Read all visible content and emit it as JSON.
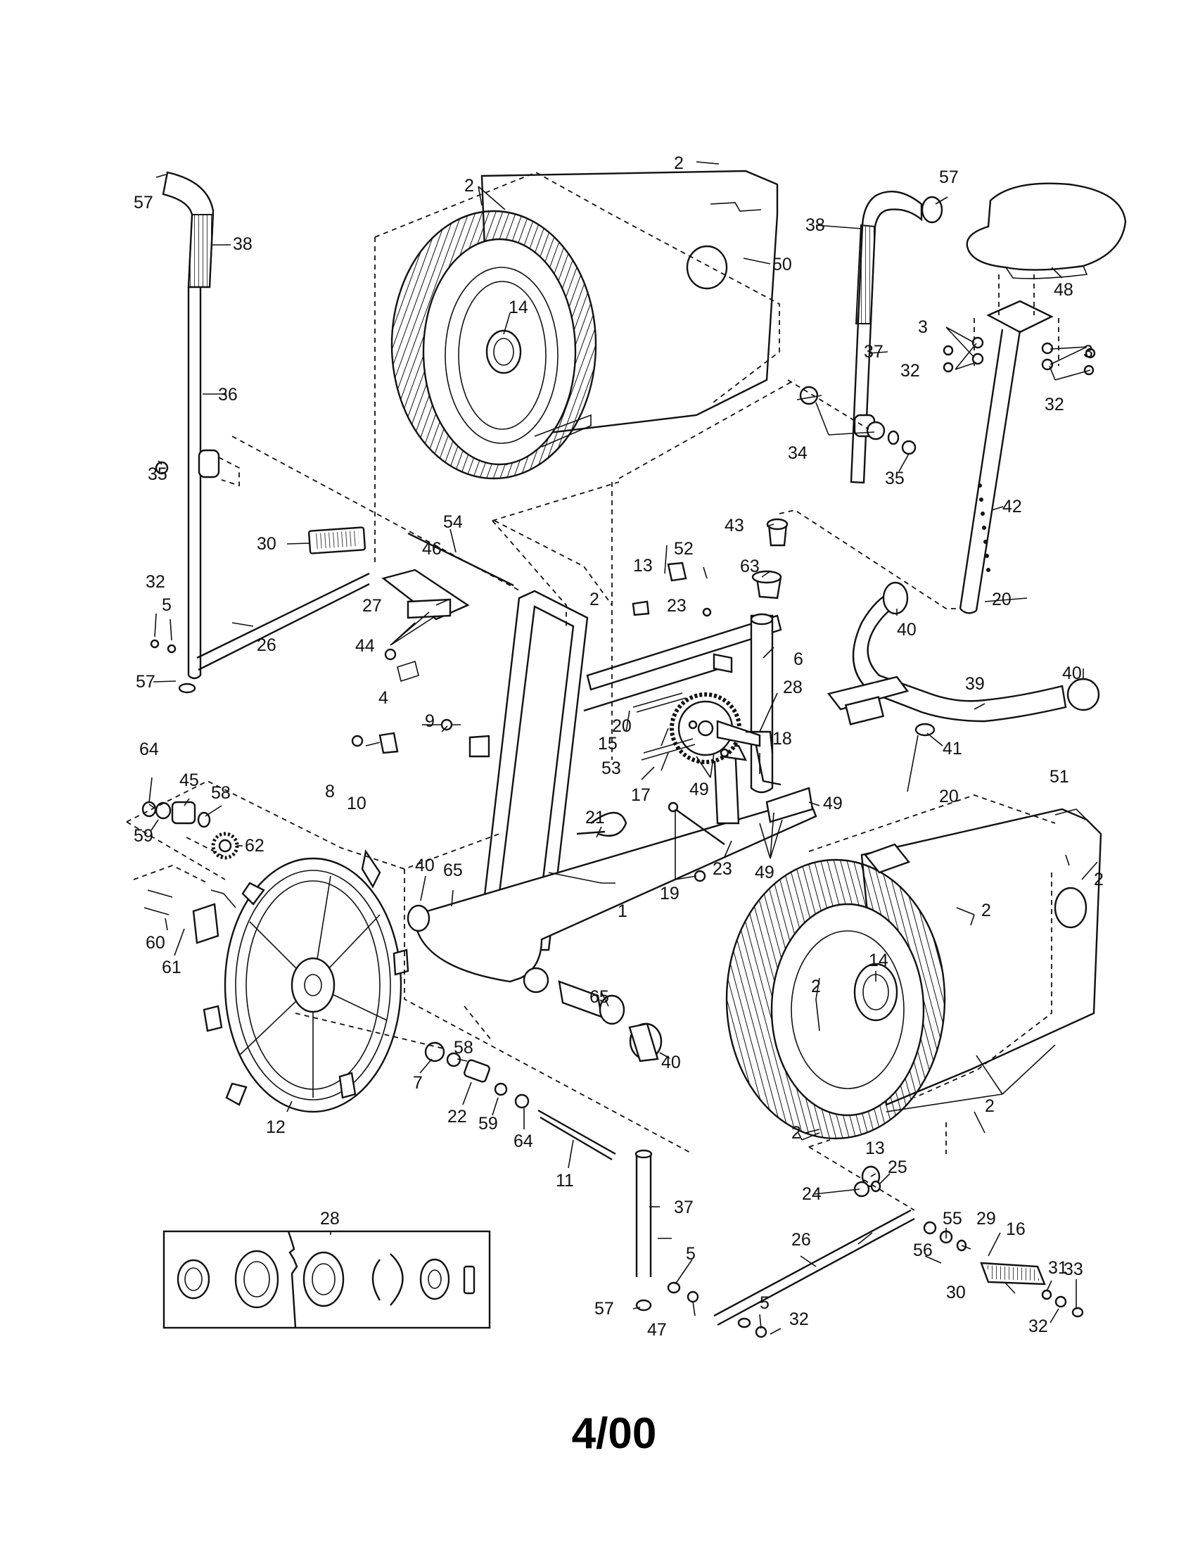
{
  "footer": {
    "date_code": "4/00"
  },
  "callouts": {
    "c1": "1",
    "c2": "2",
    "c3": "3",
    "c4": "4",
    "c5": "5",
    "c6": "6",
    "c7": "7",
    "c8": "8",
    "c9": "9",
    "c10": "10",
    "c11": "11",
    "c12": "12",
    "c13": "13",
    "c14": "14",
    "c15": "15",
    "c16": "16",
    "c17": "17",
    "c18": "18",
    "c19": "19",
    "c20": "20",
    "c21": "21",
    "c22": "22",
    "c23": "23",
    "c24": "24",
    "c25": "25",
    "c26": "26",
    "c27": "27",
    "c28": "28",
    "c29": "29",
    "c30": "30",
    "c31": "31",
    "c32": "32",
    "c33": "33",
    "c34": "34",
    "c35": "35",
    "c36": "36",
    "c37": "37",
    "c38": "38",
    "c39": "39",
    "c40": "40",
    "c41": "41",
    "c42": "42",
    "c43": "43",
    "c44": "44",
    "c45": "45",
    "c46": "46",
    "c47": "47",
    "c48": "48",
    "c49": "49",
    "c50": "50",
    "c51": "51",
    "c52": "52",
    "c53": "53",
    "c54": "54",
    "c55": "55",
    "c56": "56",
    "c57": "57",
    "c58": "58",
    "c59": "59",
    "c60": "60",
    "c61": "61",
    "c62": "62",
    "c63": "63",
    "c64": "64",
    "c65": "65"
  },
  "colors": {
    "ink": "#111111",
    "paper": "#ffffff"
  }
}
